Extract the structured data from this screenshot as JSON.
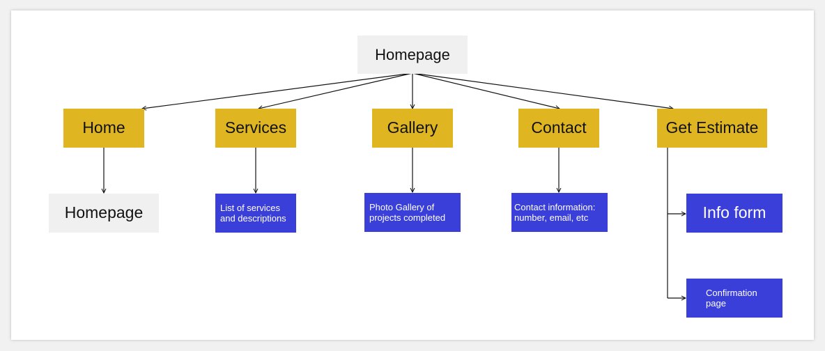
{
  "colors": {
    "background": "#f1f1f1",
    "canvas": "#ffffff",
    "root_box": "#f0f0f0",
    "nav_box": "#dfb622",
    "page_box": "#3a3fd9",
    "line": "#111111"
  },
  "root": {
    "label": "Homepage"
  },
  "nav_items": [
    {
      "label": "Home",
      "children": [
        {
          "label": "Homepage",
          "style": "gray"
        }
      ]
    },
    {
      "label": "Services",
      "children": [
        {
          "label": "List of services\nand descriptions",
          "style": "blue"
        }
      ]
    },
    {
      "label": "Gallery",
      "children": [
        {
          "label": "Photo Gallery of\nprojects completed",
          "style": "blue"
        }
      ]
    },
    {
      "label": "Contact",
      "children": [
        {
          "label": "Contact information:\nnumber, email, etc",
          "style": "blue"
        }
      ]
    },
    {
      "label": "Get Estimate",
      "children": [
        {
          "label": "Info form",
          "style": "blue"
        },
        {
          "label": "Confirmation\npage",
          "style": "blue"
        }
      ]
    }
  ]
}
